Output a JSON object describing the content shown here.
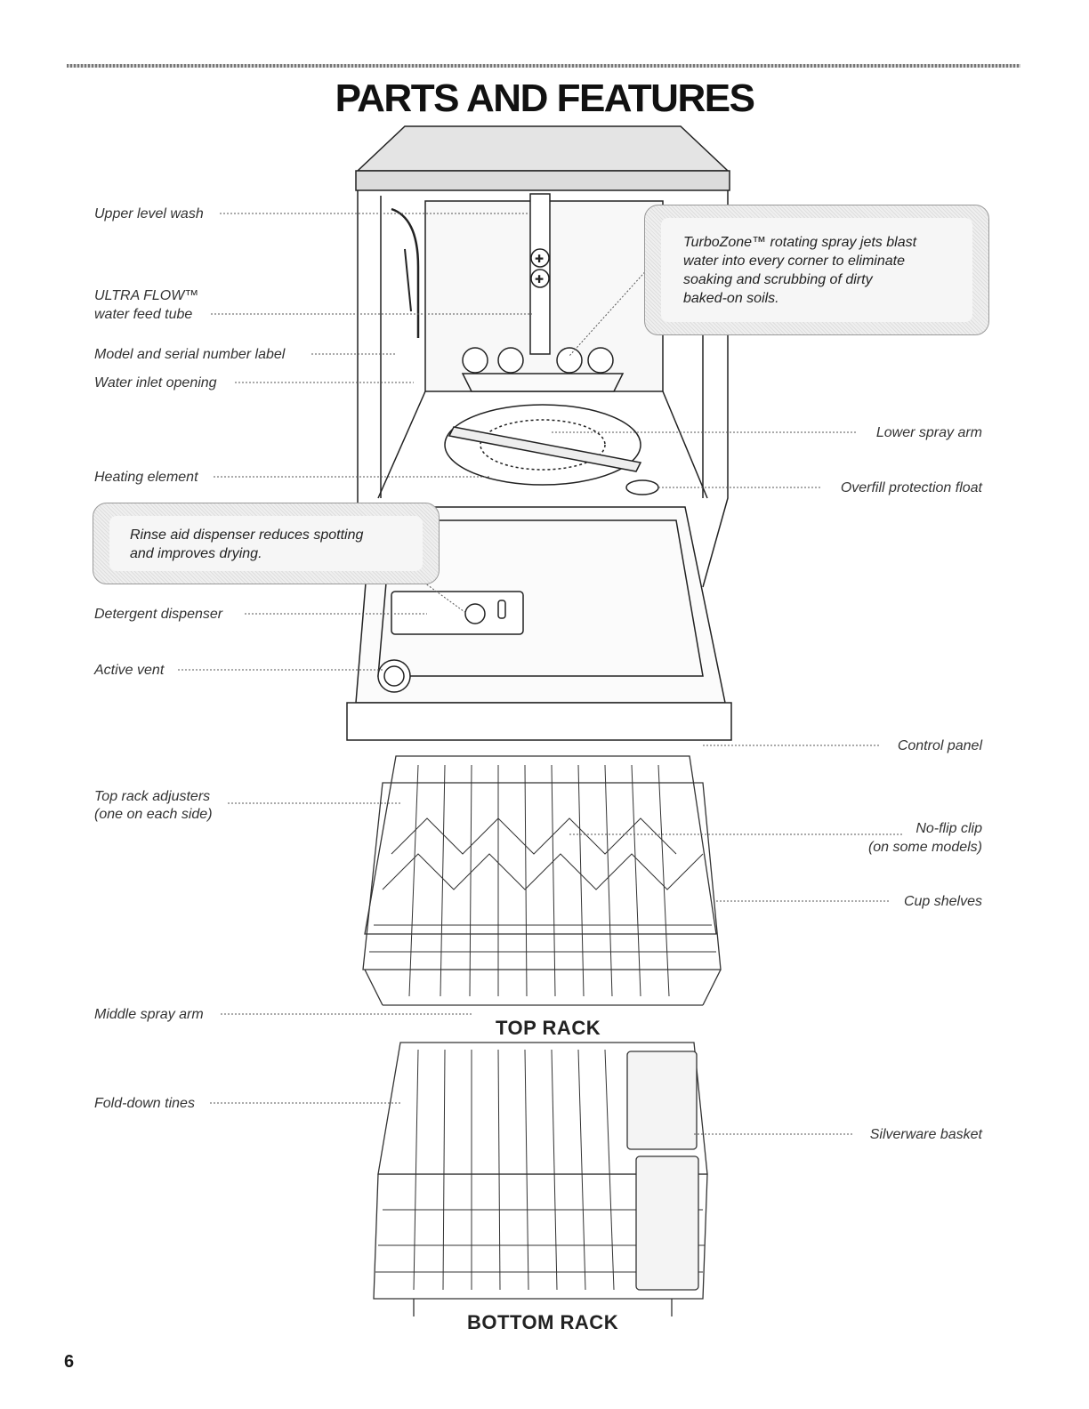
{
  "page": {
    "title": "PARTS AND FEATURES",
    "page_number": "6"
  },
  "labels": {
    "upper_level_wash": "Upper level wash",
    "ultra_flow_line1": "ULTRA FLOW™",
    "ultra_flow_line2": "water feed tube",
    "model_serial": "Model and serial number label",
    "water_inlet": "Water inlet opening",
    "heating_element": "Heating element",
    "detergent_dispenser": "Detergent dispenser",
    "active_vent": "Active vent",
    "lower_spray_arm": "Lower spray arm",
    "overfill_float": "Overfill protection float",
    "control_panel": "Control panel",
    "top_rack_adjusters_line1": "Top rack adjusters",
    "top_rack_adjusters_line2": "(one on each side)",
    "no_flip_clip_line1": "No-flip clip",
    "no_flip_clip_line2": "(on some models)",
    "cup_shelves": "Cup shelves",
    "middle_spray_arm": "Middle spray arm",
    "fold_down_tines": "Fold-down tines",
    "silverware_basket": "Silverware basket"
  },
  "callouts": {
    "turbozone": [
      "TurboZone™ rotating spray jets blast",
      "water into every corner to eliminate",
      "soaking and scrubbing of dirty",
      "baked-on soils."
    ],
    "rinse_aid": [
      "Rinse aid dispenser reduces spotting",
      "and improves drying."
    ]
  },
  "racks": {
    "top": "TOP RACK",
    "bottom": "BOTTOM RACK"
  }
}
